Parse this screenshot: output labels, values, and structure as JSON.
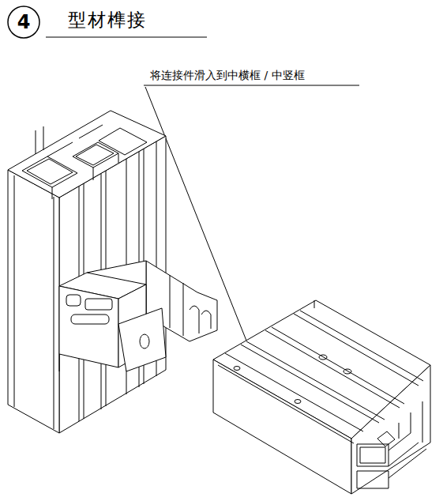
{
  "diagram": {
    "title": "型材榫接",
    "labels": [
      "4",
      "将连接件滑入到中横框 / 中竖框"
    ]
  }
}
